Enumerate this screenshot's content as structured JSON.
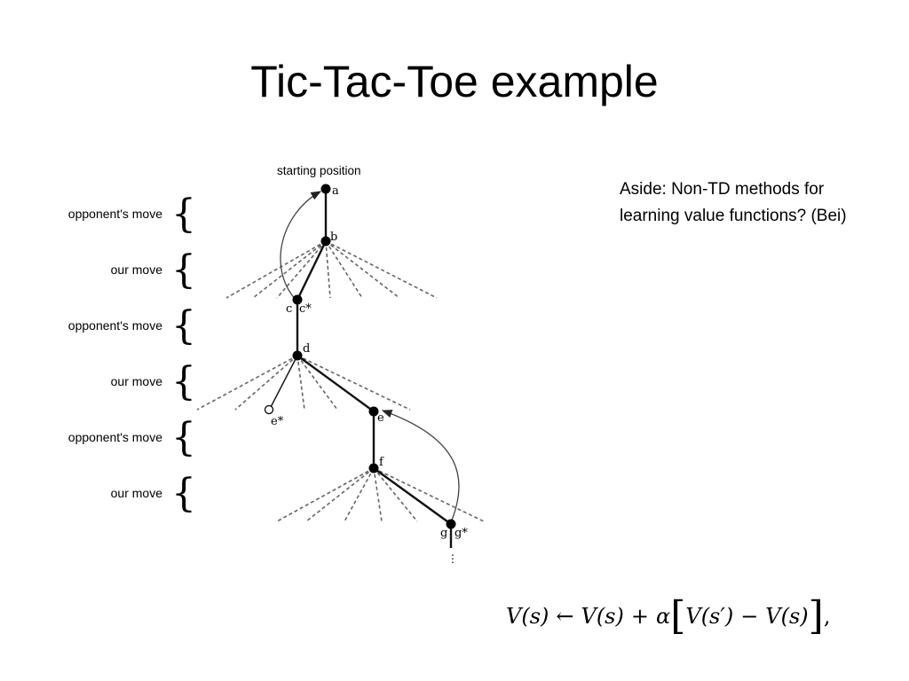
{
  "slide": {
    "title": "Tic-Tac-Toe example",
    "aside": "Aside: Non-TD methods for learning value functions? (Bei)"
  },
  "diagram": {
    "root_caption": "starting position",
    "move_labels": [
      "opponent's move",
      "our move",
      "opponent's move",
      "our move",
      "opponent's move",
      "our move"
    ],
    "nodes": {
      "a": "a",
      "b": "b",
      "c": "c",
      "c_star": "c*",
      "d": "d",
      "e": "e",
      "e_star": "e*",
      "f": "f",
      "g": "g",
      "g_star": "g*"
    },
    "continuation": "⋮"
  },
  "formula": {
    "lhs": "V(s)",
    "arrow": "←",
    "v_s": "V(s)",
    "plus": "+",
    "alpha": "α",
    "lbracket": "[",
    "v_sprime": "V(s′)",
    "minus": "−",
    "v_s2": "V(s)",
    "rbracket": "]",
    "comma": ","
  }
}
